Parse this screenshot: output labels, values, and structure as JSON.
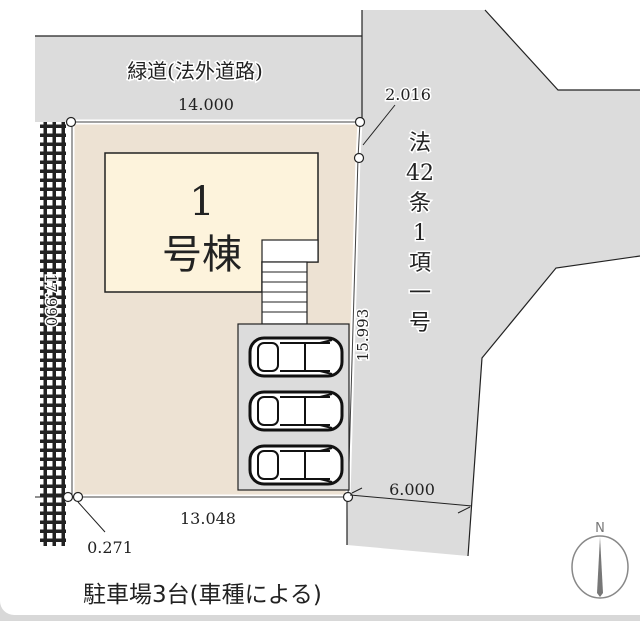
{
  "labels": {
    "green_road": "緑道(法外道路)",
    "top_width": "14.000",
    "corner_cut": "2.016",
    "road_label_chars": [
      "法",
      "42",
      "条",
      "1",
      "項",
      "一",
      "号"
    ],
    "building_number": "1",
    "building_label": "号棟",
    "left_depth": "17.990",
    "right_depth": "15.993",
    "bottom_width": "13.048",
    "bottom_offset": "0.271",
    "road_width": "6.000",
    "parking_note": "駐車場3台(車種による)",
    "north": "N"
  },
  "parking": {
    "cars": 3
  },
  "colors": {
    "road": "#dcdcdc",
    "lot": "#ede2d3",
    "building": "#fdf3dc",
    "parking": "#dcdcdc",
    "line": "#222222"
  }
}
